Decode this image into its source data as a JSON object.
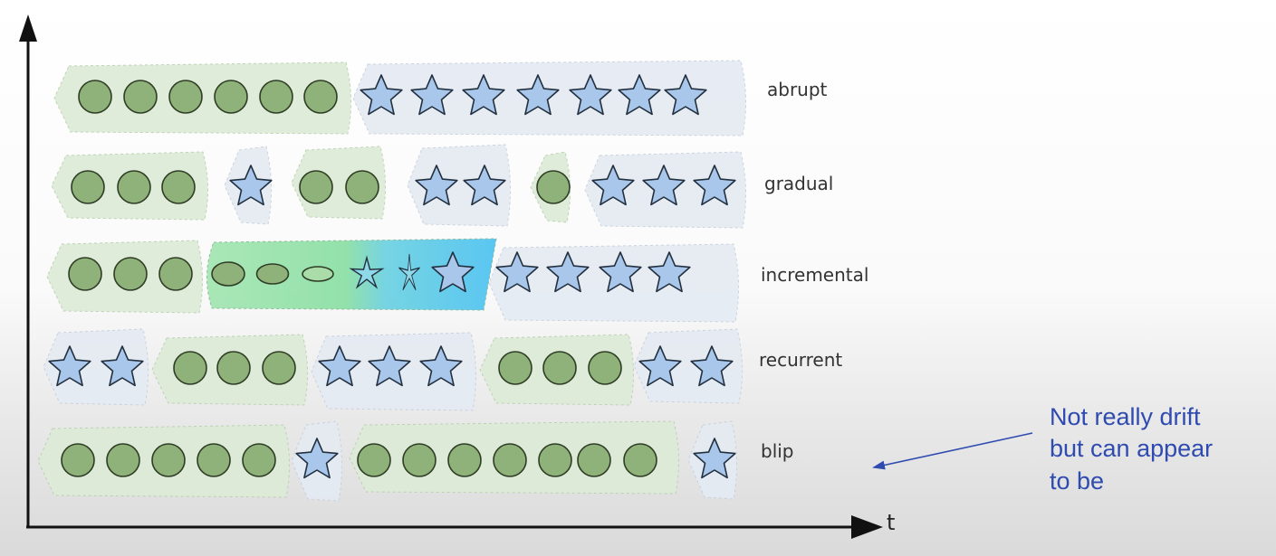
{
  "axes": {
    "x_label": "t"
  },
  "rows": [
    {
      "label": "abrupt",
      "symbols": [
        "circle",
        "circle",
        "circle",
        "circle",
        "circle",
        "circle",
        "star",
        "star",
        "star",
        "star",
        "star",
        "star",
        "star"
      ]
    },
    {
      "label": "gradual",
      "symbols": [
        "circle",
        "circle",
        "circle",
        "star",
        "circle",
        "circle",
        "star",
        "star",
        "circle",
        "star",
        "star",
        "star"
      ]
    },
    {
      "label": "incremental",
      "symbols": [
        "circle",
        "circle",
        "circle",
        "ellipse",
        "ellipse",
        "ellipse",
        "morph-star",
        "morph-star",
        "star",
        "star",
        "star",
        "star",
        "star"
      ]
    },
    {
      "label": "recurrent",
      "symbols": [
        "star",
        "star",
        "circle",
        "circle",
        "circle",
        "star",
        "star",
        "star",
        "circle",
        "circle",
        "circle",
        "star",
        "star"
      ]
    },
    {
      "label": "blip",
      "symbols": [
        "circle",
        "circle",
        "circle",
        "circle",
        "circle",
        "star",
        "circle",
        "circle",
        "circle",
        "circle",
        "circle",
        "circle",
        "circle",
        "star"
      ]
    }
  ],
  "annotation": {
    "lines": [
      "Not really drift",
      "but can appear",
      "to be"
    ]
  },
  "colors": {
    "circle_fill": "#8fb27a",
    "circle_stroke": "#2f3d26",
    "star_fill": "#a9c7ea",
    "star_stroke": "#23303f",
    "green_region": "#dcebd6",
    "blue_region": "#e5ebf3",
    "transition_green": "#9fe4ad",
    "transition_blue": "#5cc9f0",
    "annotation_color": "#2f4bb0",
    "axis_color": "#111111"
  }
}
